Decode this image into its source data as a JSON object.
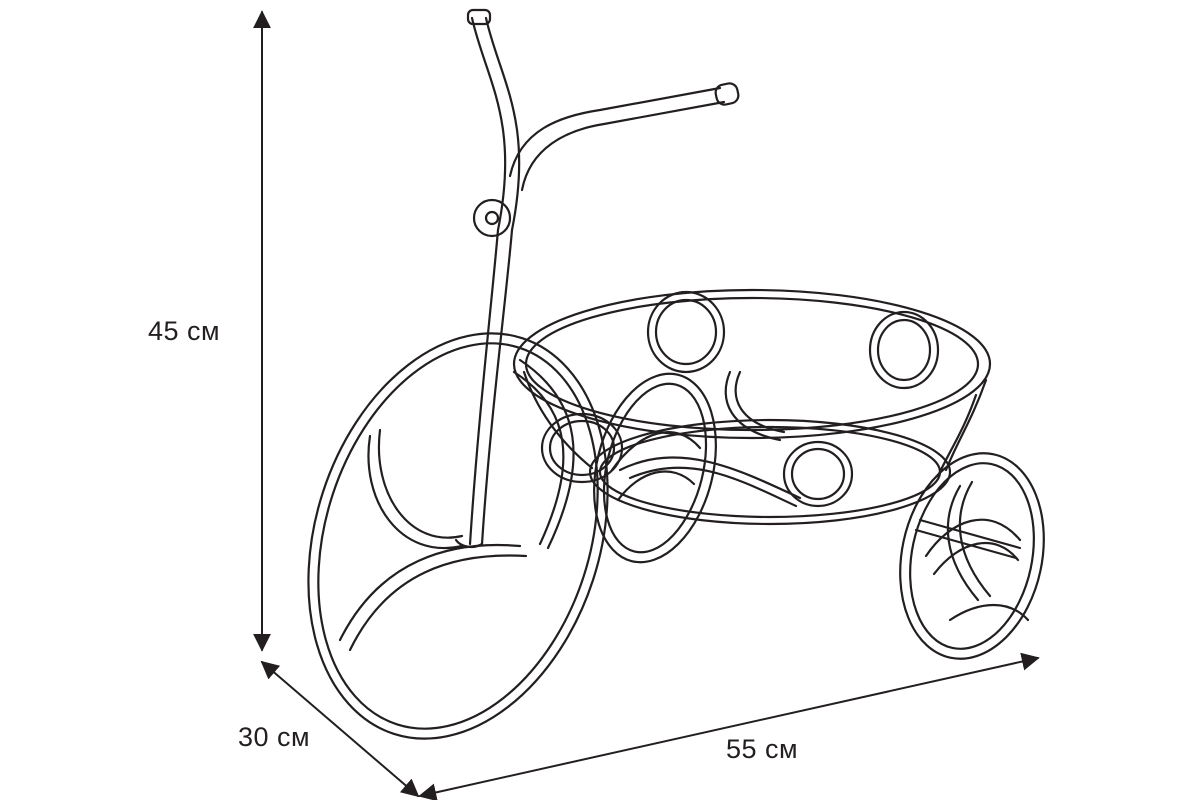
{
  "dimensions": {
    "height": "45 см",
    "depth": "30 см",
    "width": "55 см"
  },
  "colors": {
    "ink": "#231f20",
    "background": "#ffffff"
  }
}
